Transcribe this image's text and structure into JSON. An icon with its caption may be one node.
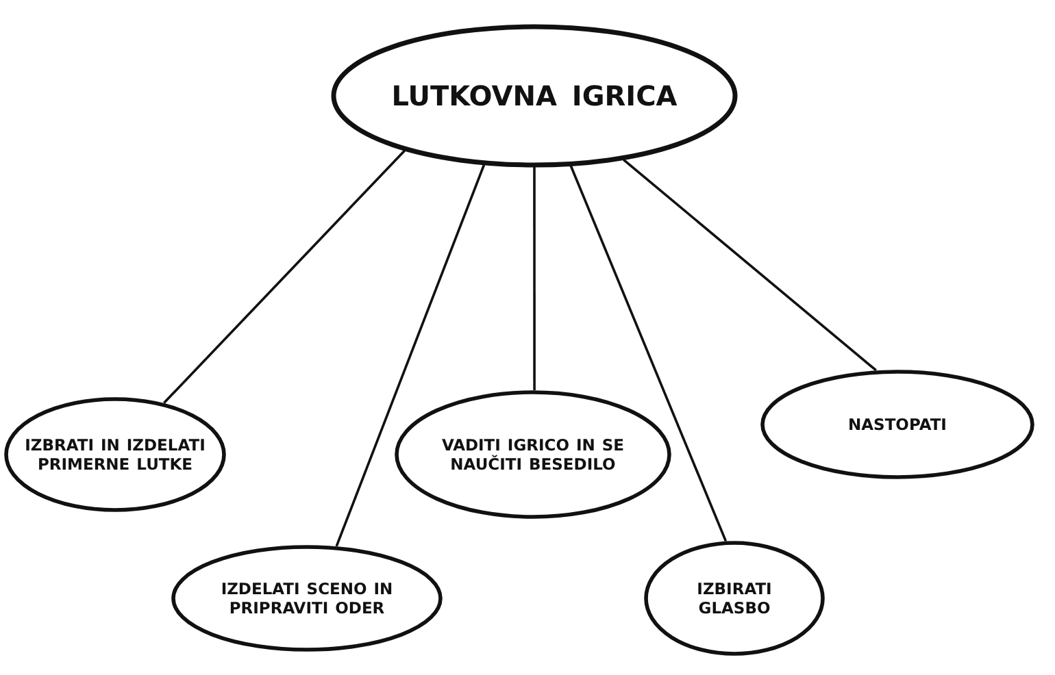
{
  "diagram": {
    "nodes": [
      {
        "text": [
          "LUTKOVNA IGRICA"
        ]
      },
      {
        "text": [
          "IZBRATI IN IZDELATI PRIMERNE LUTKE"
        ]
      },
      {
        "text": [
          "IZDELATI SCENO IN PRIPRAVITI ODER"
        ]
      },
      {
        "text": [
          "VADITI IGRICO IN SE NAUČITI BESEDILO"
        ]
      },
      {
        "text": [
          "IZBIRATI GLASBO"
        ]
      },
      {
        "text": [
          "NASTOPATI"
        ]
      }
    ],
    "edges": [
      {
        "from": 0,
        "to": 1,
        "arrow": "none"
      },
      {
        "from": 0,
        "to": 2,
        "arrow": "none"
      },
      {
        "from": 0,
        "to": 3,
        "arrow": "none"
      },
      {
        "from": 0,
        "to": 4,
        "arrow": "none"
      },
      {
        "from": 0,
        "to": 5,
        "arrow": "none"
      }
    ]
  }
}
